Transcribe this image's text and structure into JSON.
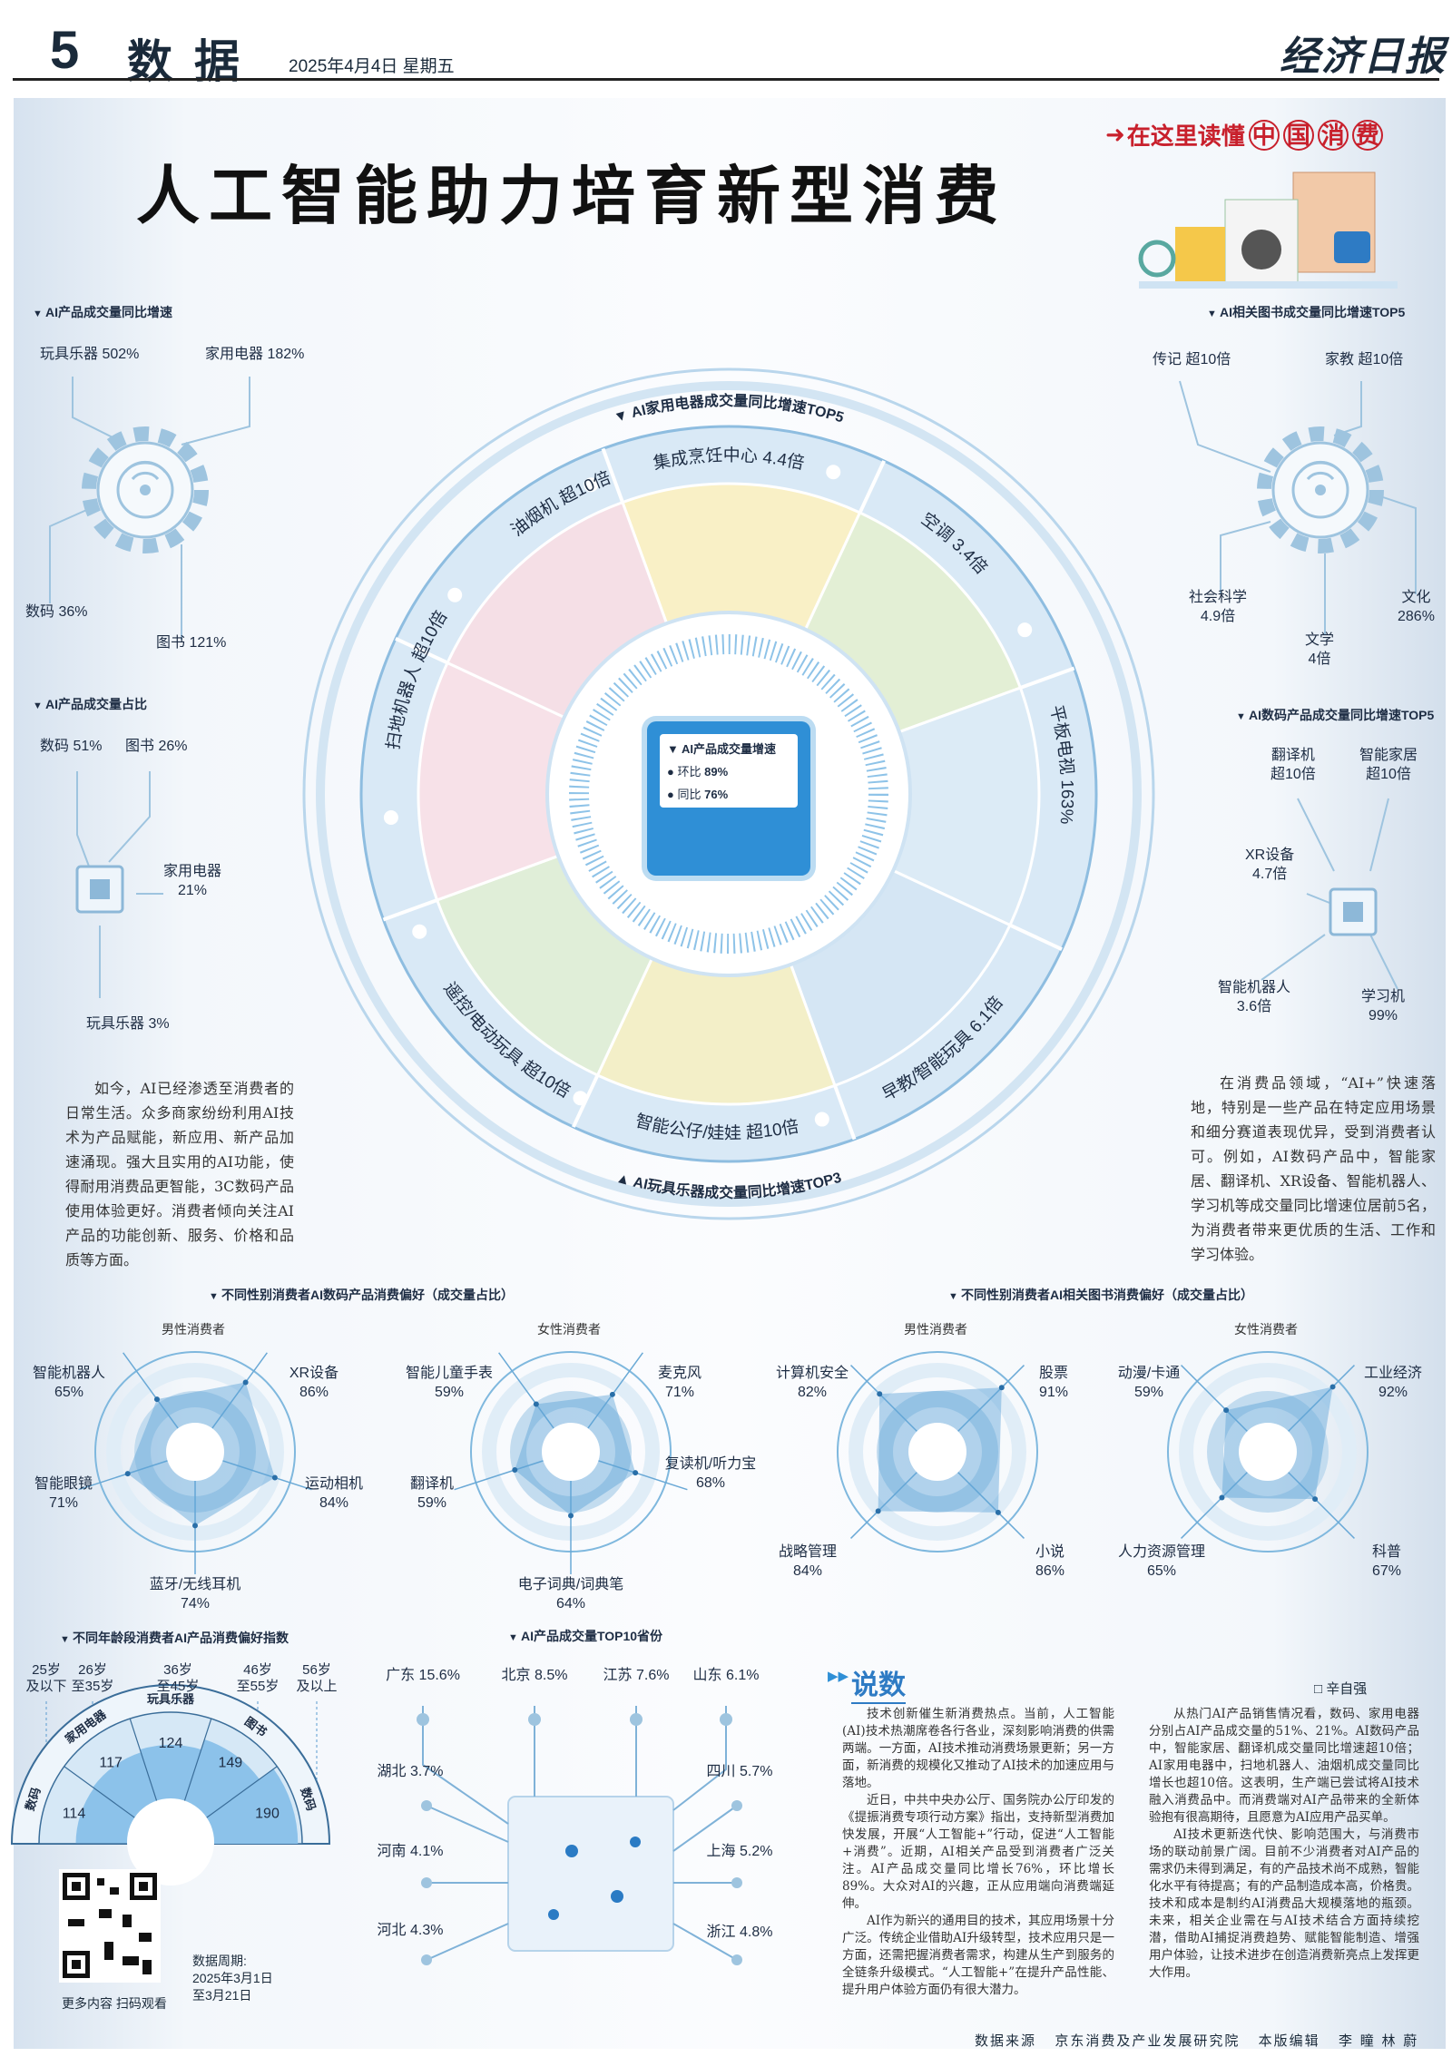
{
  "header": {
    "page_number": "5",
    "section": "数据",
    "date": "2025年4月4日  星期五",
    "masthead": "经济日报"
  },
  "title": "人工智能助力培育新型消费",
  "badge": {
    "prefix": "在这里读懂",
    "circled": [
      "中",
      "国",
      "消",
      "费"
    ]
  },
  "growth_by_category": {
    "title": "AI产品成交量同比增速",
    "items": [
      {
        "label": "玩具乐器",
        "value": "502%"
      },
      {
        "label": "家用电器",
        "value": "182%"
      },
      {
        "label": "数码",
        "value": "36%"
      },
      {
        "label": "图书",
        "value": "121%"
      }
    ]
  },
  "share_by_category": {
    "title": "AI产品成交量占比",
    "items": [
      {
        "label": "数码",
        "value": "51%"
      },
      {
        "label": "图书",
        "value": "26%"
      },
      {
        "label": "家用电器",
        "value": "21%"
      },
      {
        "label": "玩具乐器",
        "value": "3%"
      }
    ]
  },
  "books_top5": {
    "title": "AI相关图书成交量同比增速TOP5",
    "items": [
      {
        "label": "传记",
        "value": "超10倍"
      },
      {
        "label": "家教",
        "value": "超10倍"
      },
      {
        "label": "社会科学",
        "value": "4.9倍"
      },
      {
        "label": "文学",
        "value": "4倍"
      },
      {
        "label": "文化",
        "value": "286%"
      }
    ]
  },
  "digital_top5": {
    "title": "AI数码产品成交量同比增速TOP5",
    "items": [
      {
        "label": "翻译机",
        "value": "超10倍"
      },
      {
        "label": "智能家居",
        "value": "超10倍"
      },
      {
        "label": "XR设备",
        "value": "4.7倍"
      },
      {
        "label": "智能机器人",
        "value": "3.6倍"
      },
      {
        "label": "学习机",
        "value": "99%"
      }
    ]
  },
  "ring": {
    "top_title": "AI家用电器成交量同比增速TOP5",
    "bottom_title": "AI玩具乐器成交量同比增速TOP3",
    "segments": [
      {
        "label": "集成烹饪中心",
        "value": "4.4倍",
        "angle": 0
      },
      {
        "label": "空调",
        "value": "3.4倍",
        "angle": 42
      },
      {
        "label": "平板电视",
        "value": "163%",
        "angle": 85
      },
      {
        "label": "早教/智能玩具",
        "value": "6.1倍",
        "angle": 140
      },
      {
        "label": "智能公仔/娃娃",
        "value": "超10倍",
        "angle": 182
      },
      {
        "label": "遥控/电动玩具",
        "value": "超10倍",
        "angle": 222
      },
      {
        "label": "扫地机器人",
        "value": "超10倍",
        "angle": 290
      },
      {
        "label": "油烟机",
        "value": "超10倍",
        "angle": 330
      }
    ],
    "wedge_colors": [
      "#f9f0c6",
      "#e3efd5",
      "#dcebf6",
      "#d5e6f4",
      "#f3efc8",
      "#e0eed8",
      "#f7e1e8",
      "#f5dfe6"
    ],
    "center": {
      "title": "AI产品成交量增速",
      "rows": [
        {
          "label": "环比",
          "value": "89%"
        },
        {
          "label": "同比",
          "value": "76%"
        }
      ]
    }
  },
  "intro_left": "如今，AI已经渗透至消费者的日常生活。众多商家纷纷利用AI技术为产品赋能，新应用、新产品加速涌现。强大且实用的AI功能，使得耐用消费品更智能，3C数码产品使用体验更好。消费者倾向关注AI产品的功能创新、服务、价格和品质等方面。",
  "intro_right": "在消费品领域，“AI+”快速落地，特别是一些产品在特定应用场景和细分赛道表现优异，受到消费者认可。例如，AI数码产品中，智能家居、翻译机、XR设备、智能机器人、学习机等成交量同比增速位居前5名，为消费者带来更优质的生活、工作和学习体验。",
  "gender_digital": {
    "title": "不同性别消费者AI数码产品消费偏好（成交量占比）",
    "male": {
      "heading": "男性消费者",
      "axes": [
        {
          "label": "XR设备",
          "value": 86
        },
        {
          "label": "运动相机",
          "value": 84
        },
        {
          "label": "蓝牙/无线耳机",
          "value": 74
        },
        {
          "label": "智能眼镜",
          "value": 71
        },
        {
          "label": "智能机器人",
          "value": 65
        }
      ]
    },
    "female": {
      "heading": "女性消费者",
      "axes": [
        {
          "label": "麦克风",
          "value": 71
        },
        {
          "label": "复读机/听力宝",
          "value": 68
        },
        {
          "label": "电子词典/词典笔",
          "value": 64
        },
        {
          "label": "翻译机",
          "value": 59
        },
        {
          "label": "智能儿童手表",
          "value": 59
        }
      ]
    }
  },
  "gender_books": {
    "title": "不同性别消费者AI相关图书消费偏好（成交量占比）",
    "male": {
      "heading": "男性消费者",
      "axes": [
        {
          "label": "股票",
          "value": 91
        },
        {
          "label": "小说",
          "value": 86
        },
        {
          "label": "战略管理",
          "value": 84
        },
        {
          "label": "计算机安全",
          "value": 82
        }
      ]
    },
    "female": {
      "heading": "女性消费者",
      "axes": [
        {
          "label": "工业经济",
          "value": 92
        },
        {
          "label": "科普",
          "value": 67
        },
        {
          "label": "人力资源管理",
          "value": 65
        },
        {
          "label": "动漫/卡通",
          "value": 59
        }
      ]
    }
  },
  "age_index": {
    "title": "不同年龄段消费者AI产品消费偏好指数",
    "groups": [
      {
        "age": "25岁\n及以下",
        "category": "数码",
        "value": 114
      },
      {
        "age": "26岁\n至35岁",
        "category": "家用电器",
        "value": 117
      },
      {
        "age": "36岁\n至45岁",
        "category": "玩具乐器",
        "value": 124
      },
      {
        "age": "46岁\n至55岁",
        "category": "图书",
        "value": 149
      },
      {
        "age": "56岁\n及以上",
        "category": "数码",
        "value": 190
      }
    ]
  },
  "qr": {
    "caption": "更多内容 扫码观看"
  },
  "period": {
    "label": "数据周期:",
    "from": "2025年3月1日",
    "to": "至3月21日"
  },
  "provinces": {
    "title": "AI产品成交量TOP10省份",
    "items": [
      {
        "name": "广东",
        "value": "15.6%"
      },
      {
        "name": "北京",
        "value": "8.5%"
      },
      {
        "name": "江苏",
        "value": "7.6%"
      },
      {
        "name": "山东",
        "value": "6.1%"
      },
      {
        "name": "湖北",
        "value": "3.7%"
      },
      {
        "name": "四川",
        "value": "5.7%"
      },
      {
        "name": "河南",
        "value": "4.1%"
      },
      {
        "name": "上海",
        "value": "5.2%"
      },
      {
        "name": "河北",
        "value": "4.3%"
      },
      {
        "name": "浙江",
        "value": "4.8%"
      }
    ]
  },
  "commentary": {
    "heading": "说数",
    "author": "□  辛自强",
    "col1": [
      "技术创新催生新消费热点。当前，人工智能(AI)技术热潮席卷各行各业，深刻影响消费的供需两端。一方面，AI技术推动消费场景更新；另一方面，新消费的规模化又推动了AI技术的加速应用与落地。",
      "近日，中共中央办公厅、国务院办公厅印发的《提振消费专项行动方案》指出，支持新型消费加快发展，开展“人工智能+”行动，促进“人工智能+消费”。近期，AI相关产品受到消费者广泛关注。AI产品成交量同比增长76%，环比增长89%。大众对AI的兴趣，正从应用端向消费端延伸。",
      "AI作为新兴的通用目的技术，其应用场景十分广泛。传统企业借助AI升级转型，技术应用只是一方面，还需把握消费者需求，构建从生产到服务的全链条升级模式。“人工智能+”在提升产品性能、提升用户体验方面仍有很大潜力。"
    ],
    "col2": [
      "从热门AI产品销售情况看，数码、家用电器分别占AI产品成交量的51%、21%。AI数码产品中，智能家居、翻译机成交量同比增速超10倍；AI家用电器中，扫地机器人、油烟机成交量同比增长也超10倍。这表明，生产端已尝试将AI技术融入消费品中。而消费端对AI产品带来的全新体验抱有很高期待，且愿意为AI应用产品买单。",
      "AI技术更新迭代快、影响范围大，与消费市场的联动前景广阔。目前不少消费者对AI产品的需求仍未得到满足，有的产品技术尚不成熟，智能化水平有待提高；有的产品制造成本高，价格贵。技术和成本是制约AI消费品大规模落地的瓶颈。未来，相关企业需在与AI技术结合方面持续挖潜，借助AI捕捉消费趋势、赋能智能制造、增强用户体验，让技术进步在创造消费新亮点上发挥更大作用。"
    ]
  },
  "footer": {
    "source_label": "数据来源",
    "source": "京东消费及产业发展研究院",
    "editor_label": "本版编辑",
    "editors": "李  瞳  林  蔚"
  }
}
